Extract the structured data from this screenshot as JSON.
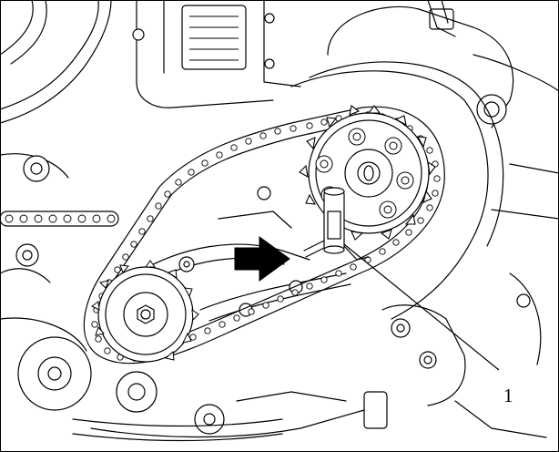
{
  "figure": {
    "callouts": [
      {
        "number": "1",
        "target": "locking-pin-tool"
      }
    ],
    "indicators": [
      {
        "icon": "direction-arrow-icon",
        "direction": "right",
        "color": "#000000"
      }
    ],
    "colors": {
      "line": "#000000",
      "background": "#ffffff"
    }
  }
}
